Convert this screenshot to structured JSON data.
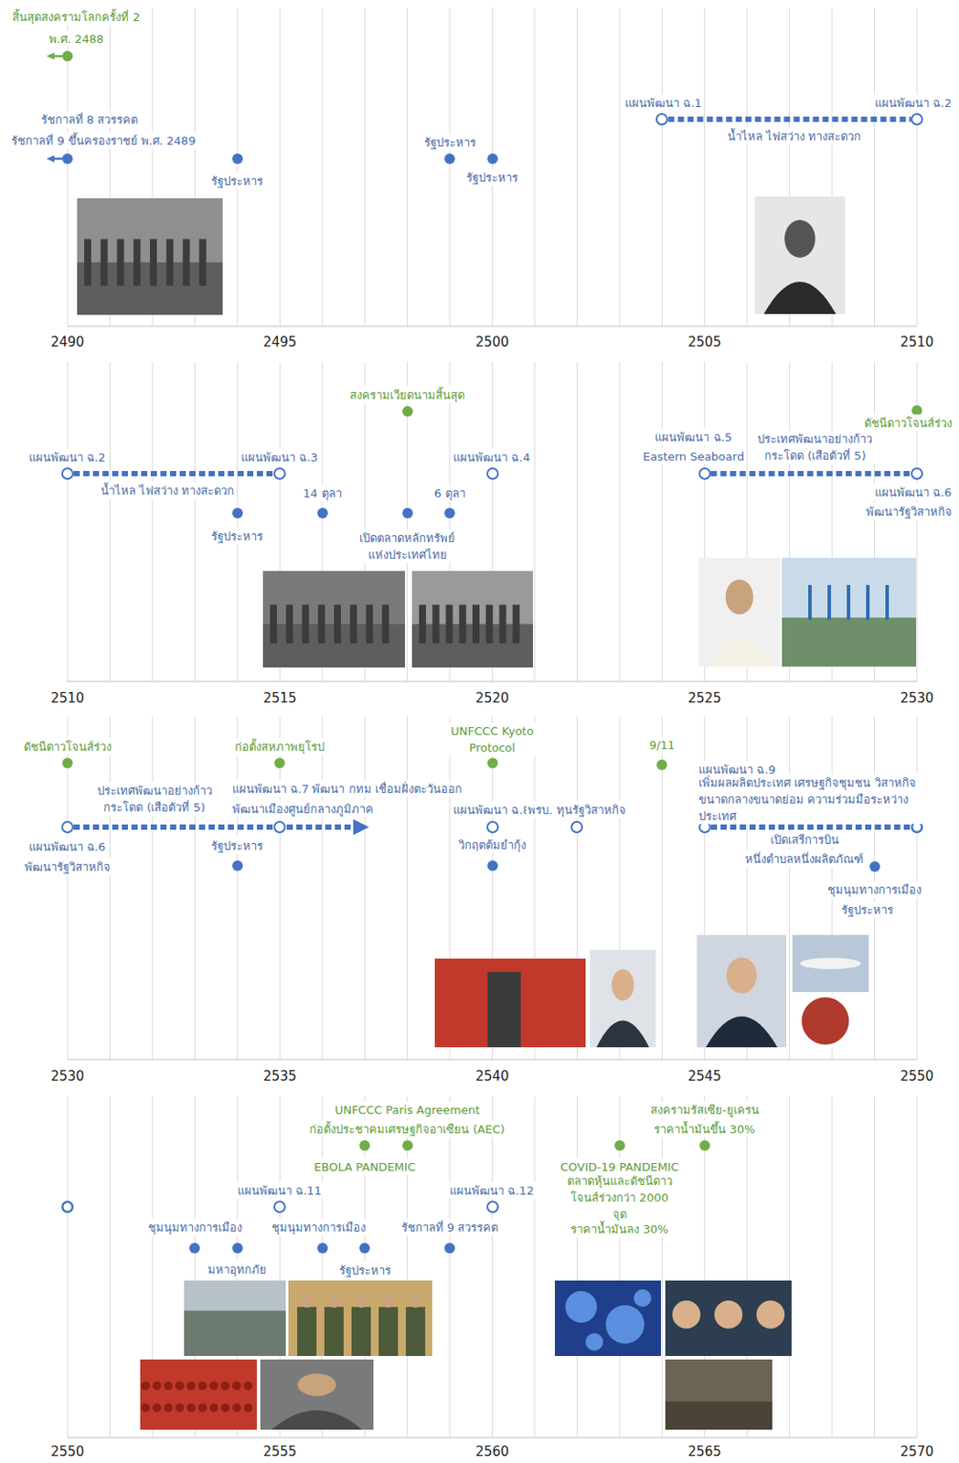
{
  "diagram": {
    "nodes": [
      {
        "text": [
          "สิ้นสุดสงครามโลกครั้งที่ 2",
          "พ.ศ. 2488"
        ]
      },
      {
        "text": [
          "รัชกาลที่ 8 สวรรคต",
          "รัชกาลที่ 9 ขึ้นครองราชย์ พ.ศ. 2489"
        ]
      },
      {
        "text": [
          "รัฐประหาร"
        ]
      },
      {
        "text": [
          "รัฐประหาร"
        ]
      },
      {
        "text": [
          "รัฐประหาร"
        ]
      },
      {
        "text": [
          "แผนพัฒนา ฉ.1"
        ]
      },
      {
        "text": [
          "แผนพัฒนา ฉ.2"
        ]
      },
      {
        "text": [
          "แผนพัฒนา ฉ.2"
        ]
      },
      {
        "text": [
          "แผนพัฒนา ฉ.3"
        ]
      },
      {
        "text": [
          "รัฐประหาร"
        ]
      },
      {
        "text": [
          "14 ตุลา"
        ]
      },
      {
        "text": [
          "สงครามเวียดนามสิ้นสุด"
        ]
      },
      {
        "text": [
          "เปิดตลาดหลักทรัพย์ แห่งประเทศไทย"
        ]
      },
      {
        "text": [
          "6 ตุลา"
        ]
      },
      {
        "text": [
          "แผนพัฒนา ฉ.4"
        ]
      },
      {
        "text": [
          "แผนพัฒนา ฉ.5",
          "Eastern Seaboard"
        ]
      },
      {
        "text": [
          "ดัชนีดาวโจนส์ร่วง"
        ]
      },
      {
        "text": [
          "แผนพัฒนา ฉ.6",
          "พัฒนารัฐวิสาหกิจ"
        ]
      },
      {
        "text": [
          "ดัชนีดาวโจนส์ร่วง"
        ]
      },
      {
        "text": [
          "แผนพัฒนา ฉ.6",
          "พัฒนารัฐวิสาหกิจ"
        ]
      },
      {
        "text": [
          "ก่อตั้งสหภาพยุโรป"
        ]
      },
      {
        "text": [
          "แผนพัฒนา ฉ.7 พัฒนา กทม เชื่อมฝั่งตะวันออก",
          "พัฒนาเมืองศูนย์กลางภูมิภาค"
        ]
      },
      {
        "text": [
          "รัฐประหาร"
        ]
      },
      {
        "text": [
          "UNFCCC Kyoto Protocol"
        ]
      },
      {
        "text": [
          "แผนพัฒนา ฉ.8"
        ]
      },
      {
        "text": [
          "วิกฤตต้มยำกุ้ง"
        ]
      },
      {
        "text": [
          "พรบ. ทุนรัฐวิสาหกิจ"
        ]
      },
      {
        "text": [
          "9/11"
        ]
      },
      {
        "text": [
          "แผนพัฒนา ฉ.9",
          "เพิ่มผลผลิตประเทศ เศรษฐกิจชุมชน วิสาหกิจขนาดกลางขนาดย่อม ความร่วมมือระหว่างประเทศ"
        ]
      },
      {
        "text": [
          "เปิดเสรีการบิน",
          "หนึ่งตำบลหนึ่งผลิตภัณฑ์",
          "ชุมนุมทางการเมือง",
          "รัฐประหาร"
        ]
      },
      {
        "text": [
          "ชุมนุมทางการเมือง"
        ]
      },
      {
        "text": [
          "มหาอุทกภัย"
        ]
      },
      {
        "text": [
          "แผนพัฒนา ฉ.11"
        ]
      },
      {
        "text": [
          "ชุมนุมทางการเมือง"
        ]
      },
      {
        "text": [
          "EBOLA PANDEMIC"
        ]
      },
      {
        "text": [
          "รัฐประหาร"
        ]
      },
      {
        "text": [
          "UNFCCC Paris Agreement",
          "ก่อตั้งประชาคมเศรษฐกิจอาเซียน (AEC)"
        ]
      },
      {
        "text": [
          "รัชกาลที่ 9 สวรรคต"
        ]
      },
      {
        "text": [
          "แผนพัฒนา ฉ.12"
        ]
      },
      {
        "text": [
          "COVID-19 PANDEMIC",
          "ตลาดหุ้นและดัชนีดาว โจนส์ร่วงกว่า 2000 จุด",
          "ราคาน้ำมันลง 30%"
        ]
      },
      {
        "text": [
          "สงครามรัสเซีย-ยูเครน",
          "ราคาน้ำมันขึ้น 30%"
        ]
      }
    ],
    "edges": [
      {
        "from": 5,
        "to": 6,
        "arrow": "none",
        "label": "น้ำไหล ไฟสว่าง ทางสะดวก"
      },
      {
        "from": 7,
        "to": 8,
        "arrow": "none",
        "label": "น้ำไหล ไฟสว่าง ทางสะดวก"
      },
      {
        "from": 15,
        "to": 17,
        "arrow": "none",
        "label": "ประเทศพัฒนาอย่างก้าว กระโดด (เสือตัวที่ 5)"
      },
      {
        "from": 19,
        "to": 21,
        "arrow": "none",
        "label": "ประเทศพัฒนาอย่างก้าว กระโดด (เสือตัวที่ 5)"
      }
    ],
    "labels": [
      "2490",
      "2495",
      "2500",
      "2505",
      "2510",
      "2510",
      "2515",
      "2520",
      "2525",
      "2530",
      "2530",
      "2535",
      "2540",
      "2545",
      "2550",
      "2550",
      "2555",
      "2560",
      "2565",
      "2570"
    ]
  }
}
